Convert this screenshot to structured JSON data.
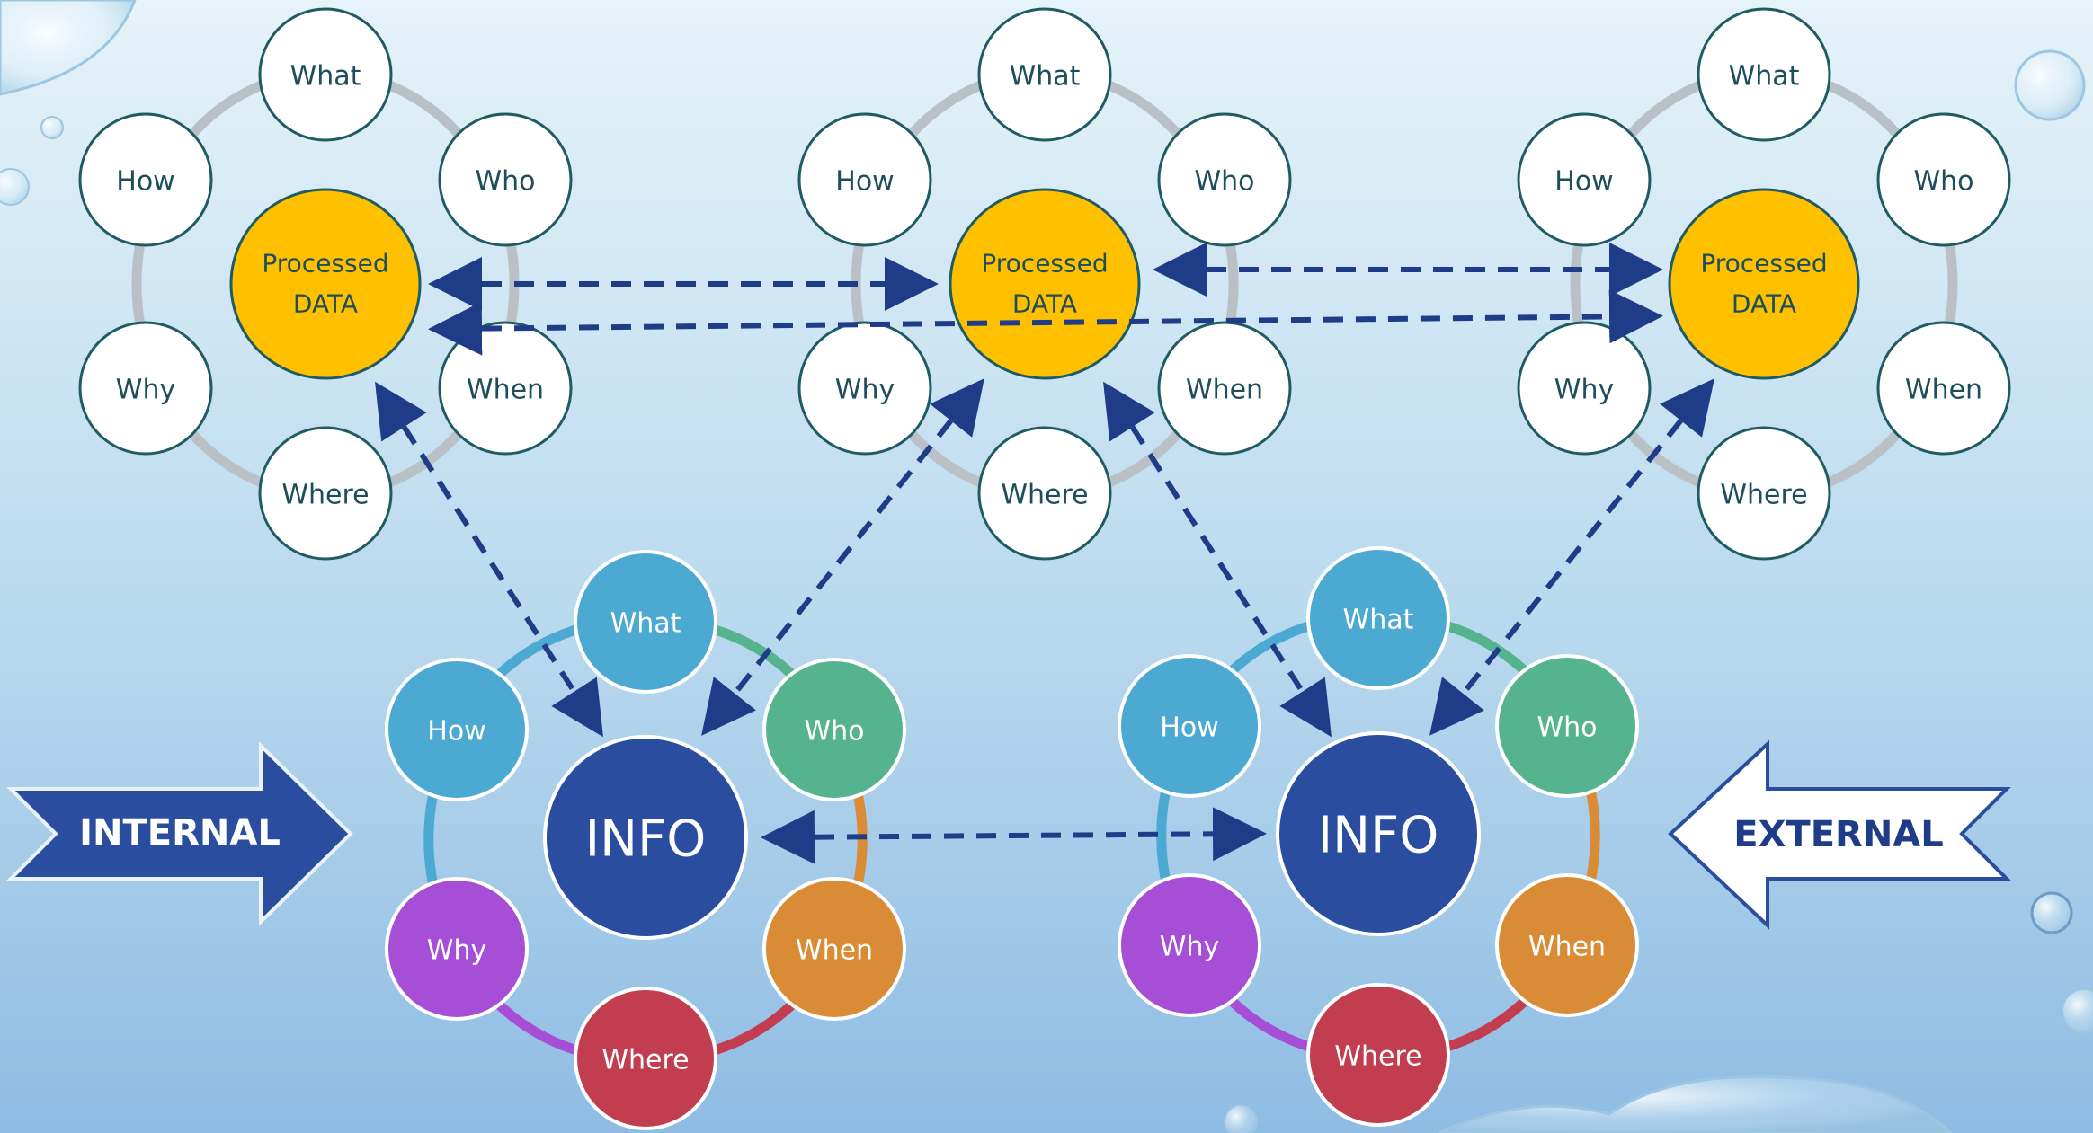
{
  "processed_clusters": [
    {
      "center_line1": "Processed",
      "center_line2": "DATA",
      "nodes": [
        "What",
        "Who",
        "When",
        "Where",
        "Why",
        "How"
      ]
    },
    {
      "center_line1": "Processed",
      "center_line2": "DATA",
      "nodes": [
        "What",
        "Who",
        "When",
        "Where",
        "Why",
        "How"
      ]
    },
    {
      "center_line1": "Processed",
      "center_line2": "DATA",
      "nodes": [
        "What",
        "Who",
        "When",
        "Where",
        "Why",
        "How"
      ]
    }
  ],
  "info_clusters": [
    {
      "center": "INFO",
      "nodes": [
        "What",
        "Who",
        "When",
        "Where",
        "Why",
        "How"
      ]
    },
    {
      "center": "INFO",
      "nodes": [
        "What",
        "Who",
        "When",
        "Where",
        "Why",
        "How"
      ]
    }
  ],
  "arrows": {
    "internal": "INTERNAL",
    "external": "EXTERNAL"
  },
  "colors": {
    "background_top": "#E6F3F9",
    "background_bottom": "#8FBCE3",
    "processed_fill": "#FFC000",
    "info_fill": "#2A4DA0",
    "ring_gray": "#B9C1C7",
    "node_outline": "#1E5B63",
    "dashed_arrow": "#1F3C88",
    "what": "#4BA9D2",
    "who": "#55B38F",
    "when": "#D98B35",
    "where": "#C13D4F",
    "why": "#A64FD6",
    "how": "#4BA9D2"
  }
}
